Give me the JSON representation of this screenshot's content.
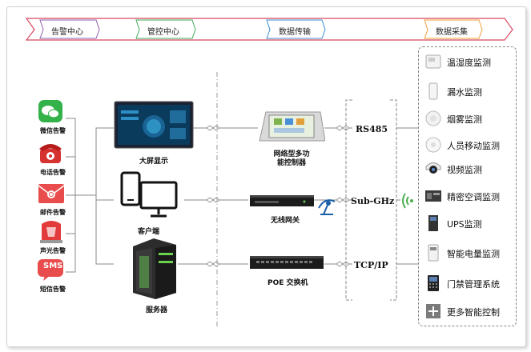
{
  "tabs": [
    "告警中心",
    "管控中心",
    "数据传输",
    "数据采集"
  ],
  "alarms": [
    "微信告警",
    "电话告警",
    "邮件告警",
    "声光告警",
    "短信告警"
  ],
  "alarm_sms_text": "SMS",
  "center_devices": [
    "大屏显示",
    "客户端",
    "服务器"
  ],
  "mid_devices": [
    "网络型多功\n能控制器",
    "无线网关",
    "POE 交换机"
  ],
  "protocols": [
    "RS485",
    "Sub-GHz",
    "TCP/IP"
  ],
  "sensors": [
    "温湿度监测",
    "漏水监测",
    "烟雾监测",
    "人员移动监测",
    "视频监测",
    "精密空调监测",
    "UPS监测",
    "智能电量监测",
    "门禁管理系统",
    "更多智能控制"
  ],
  "colors": {
    "tab1": "#8e5fa8",
    "tab2": "#3cab5a",
    "tab3": "#3c8fd0",
    "tab4": "#f0a23a",
    "arrow": "#d8475f"
  }
}
